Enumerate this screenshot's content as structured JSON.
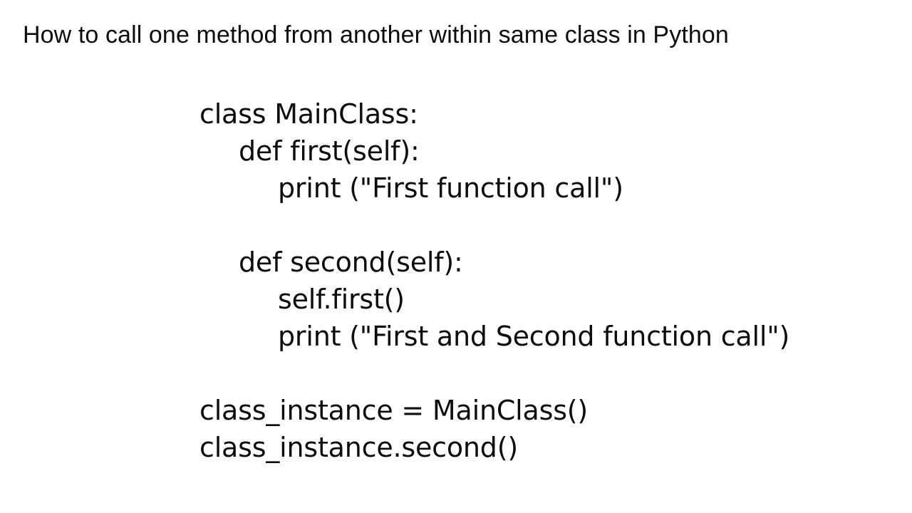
{
  "slide": {
    "title": "How to call one method from another within same class in Python",
    "background_color": "#ffffff",
    "text_color": "#0d0d0d"
  },
  "code": {
    "language": "Python",
    "lines": [
      {
        "text": "class MainClass:",
        "indent": 0,
        "blank": false
      },
      {
        "text": "def first(self):",
        "indent": 1,
        "blank": false
      },
      {
        "text": "print (\"First function call\")",
        "indent": 2,
        "blank": false
      },
      {
        "text": "",
        "indent": 0,
        "blank": true
      },
      {
        "text": "def second(self):",
        "indent": 1,
        "blank": false
      },
      {
        "text": "self.first()",
        "indent": 2,
        "blank": false
      },
      {
        "text": "print (\"First and Second function call\")",
        "indent": 2,
        "blank": false
      },
      {
        "text": "",
        "indent": 0,
        "blank": true
      },
      {
        "text": "class_instance = MainClass()",
        "indent": 0,
        "blank": false
      },
      {
        "text": "class_instance.second()",
        "indent": 0,
        "blank": false
      }
    ]
  }
}
